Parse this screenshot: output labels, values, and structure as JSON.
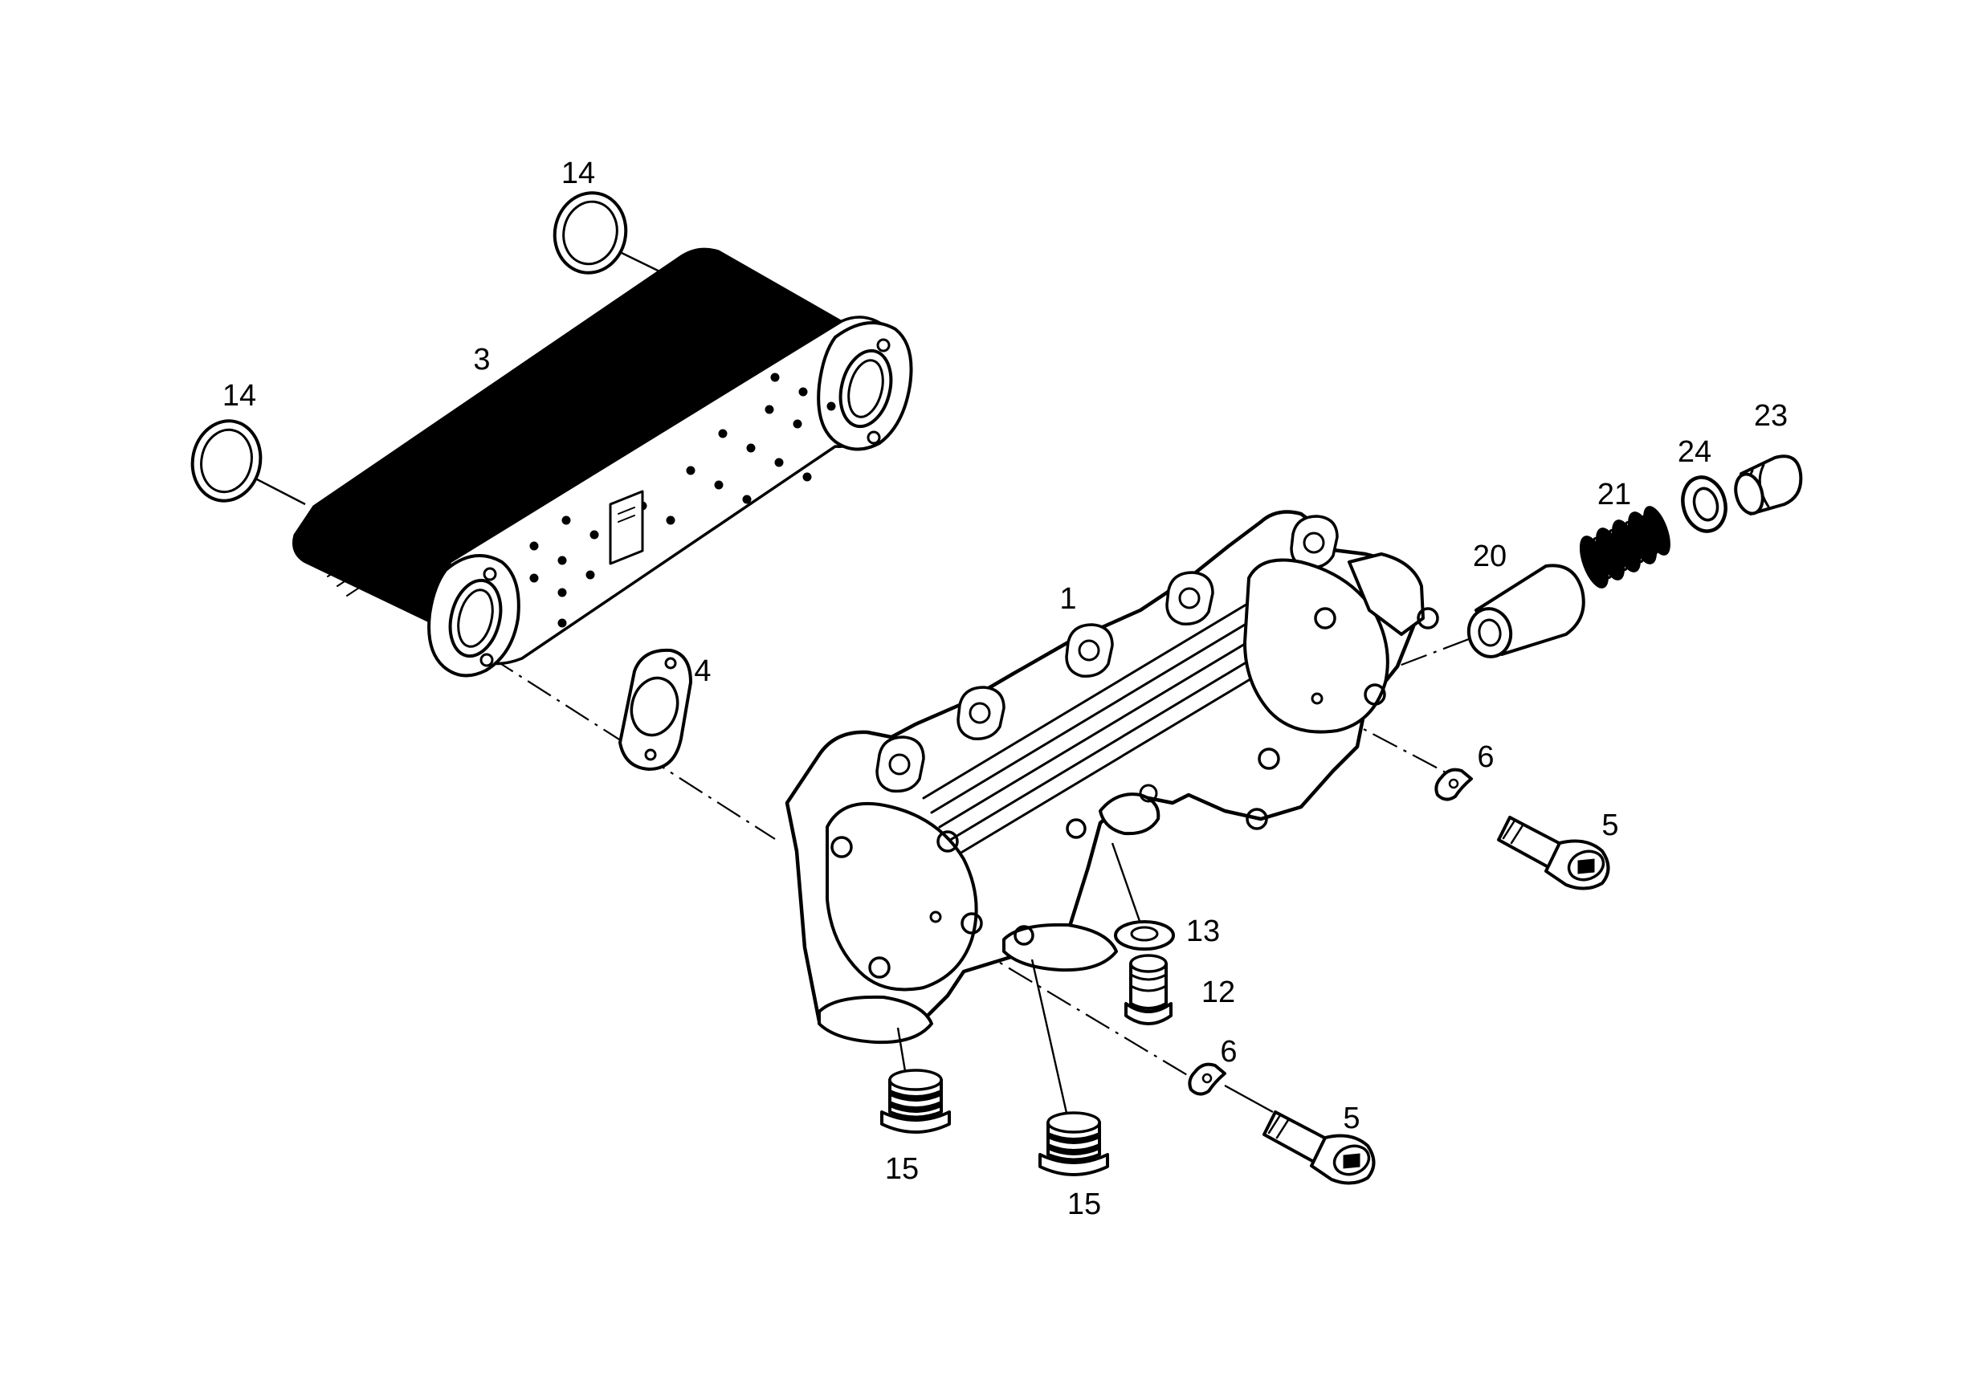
{
  "diagram": {
    "colors": {
      "ink": "#000000",
      "paper": "#ffffff"
    },
    "labels": {
      "part_1": "1",
      "part_3": "3",
      "part_4": "4",
      "part_5_upper": "5",
      "part_5_lower": "5",
      "part_6_upper": "6",
      "part_6_lower": "6",
      "part_12": "12",
      "part_13": "13",
      "part_14_upper": "14",
      "part_14_left": "14",
      "part_15_left": "15",
      "part_15_right": "15",
      "part_20": "20",
      "part_21": "21",
      "part_23": "23",
      "part_24": "24"
    }
  }
}
